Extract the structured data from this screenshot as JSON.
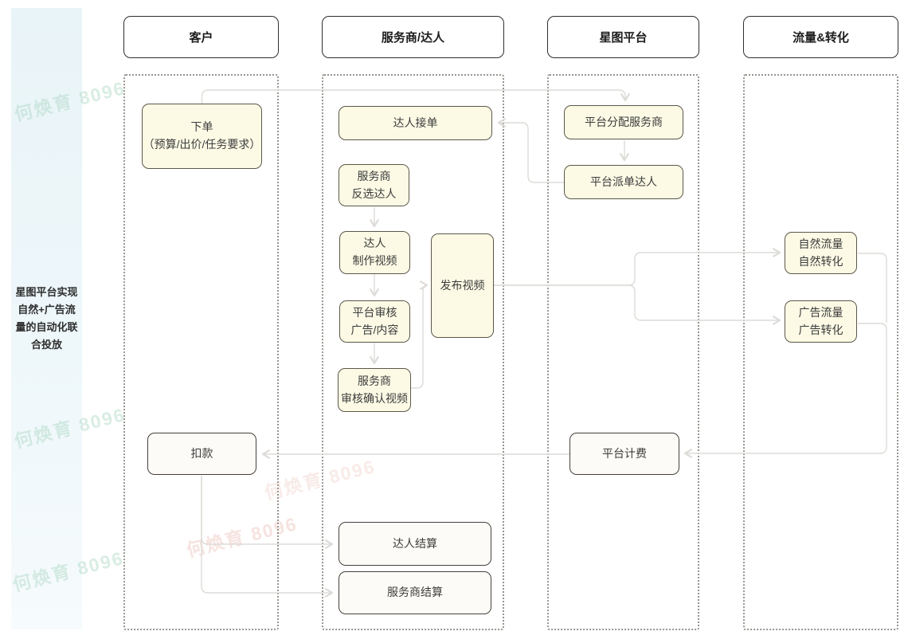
{
  "sidebar": {
    "note": "星图平台实现\n自然+广告流\n量的自动化联\n合投放"
  },
  "lanes": {
    "customer": {
      "title": "客户"
    },
    "provider": {
      "title": "服务商/达人"
    },
    "platform": {
      "title": "星图平台"
    },
    "traffic": {
      "title": "流量&转化"
    }
  },
  "nodes": {
    "place_order": {
      "label": "下单\n（预算/出价/任务要求）"
    },
    "accept_order": {
      "label": "达人接单"
    },
    "counter_select": {
      "label": "服务商\n反选达人"
    },
    "make_video": {
      "label": "达人\n制作视频"
    },
    "platform_review": {
      "label": "平台审核\n广告/内容"
    },
    "provider_confirm": {
      "label": "服务商\n审核确认视频"
    },
    "publish_video": {
      "label": "发布视频"
    },
    "assign_provider": {
      "label": "平台分配服务商"
    },
    "dispatch_talent": {
      "label": "平台派单达人"
    },
    "organic": {
      "label": "自然流量\n自然转化"
    },
    "ad": {
      "label": "广告流量\n广告转化"
    },
    "deduct": {
      "label": "扣款"
    },
    "billing": {
      "label": "平台计费"
    },
    "talent_settle": {
      "label": "达人结算"
    },
    "provider_settle": {
      "label": "服务商结算"
    }
  },
  "watermark": {
    "text": "何焕育 8096"
  },
  "colors": {
    "node_fill": "#fcfae5",
    "node_border": "#5c574a",
    "settle_fill": "#fdfbf7",
    "settle_border": "#46403d",
    "lane_dotted": "#979590",
    "connector": "#dedcd8",
    "sidebar_bg": "#eaf4f8"
  }
}
